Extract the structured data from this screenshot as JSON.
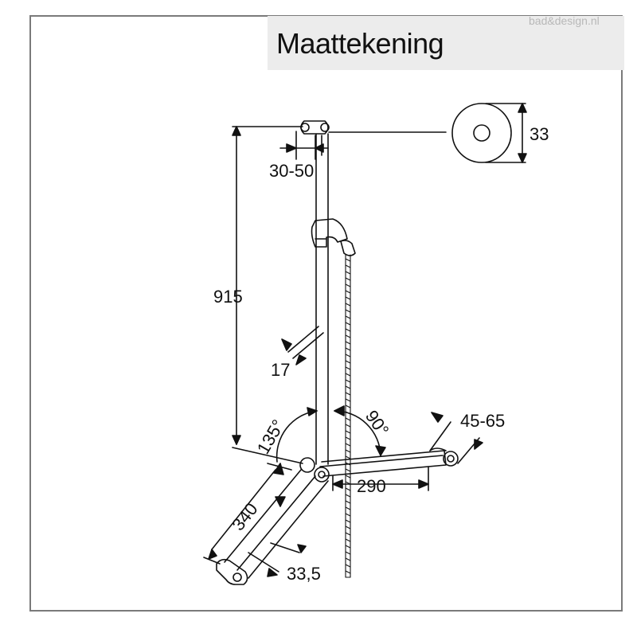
{
  "title": "Maattekening",
  "watermark": "bad&design.nl",
  "colors": {
    "stroke": "#111111",
    "frame": "#7a7a7a",
    "title_bg": "#ececec",
    "watermark": "#b8b8b8"
  },
  "dimensions": {
    "diameter": "33",
    "height": "915",
    "offset": "30-50",
    "rail_width": "17",
    "angle_left": "135°",
    "angle_right": "90°",
    "shelf_depth": "45-65",
    "shelf_length": "290",
    "arm_length": "340",
    "arm_width": "33,5"
  }
}
